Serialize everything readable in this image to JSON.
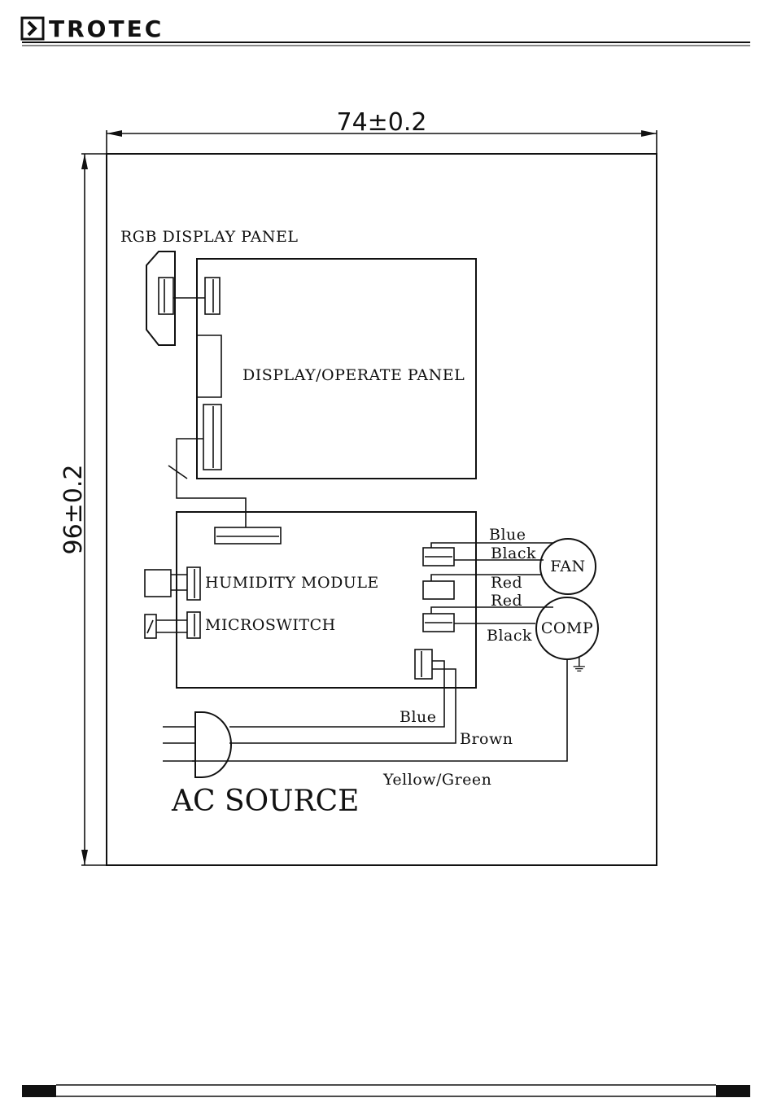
{
  "header": {
    "brand": "TROTEC"
  },
  "dimensions": {
    "width": "74±0.2",
    "height": "96±0.2"
  },
  "components": {
    "rgb_display_panel": "RGB DISPLAY PANEL",
    "display_operate_panel": "DISPLAY/OPERATE PANEL",
    "humidity_module": "HUMIDITY MODULE",
    "microswitch": "MICROSWITCH",
    "fan": "FAN",
    "comp": "COMP",
    "ac_source": "AC SOURCE"
  },
  "wires": {
    "fan_blue": "Blue",
    "fan_black": "Black",
    "red_1": "Red",
    "red_2": "Red",
    "comp_black": "Black",
    "ac_blue": "Blue",
    "ac_brown": "Brown",
    "ac_yellow_green": "Yellow/Green"
  },
  "symbols": {
    "earth": "⏚"
  }
}
